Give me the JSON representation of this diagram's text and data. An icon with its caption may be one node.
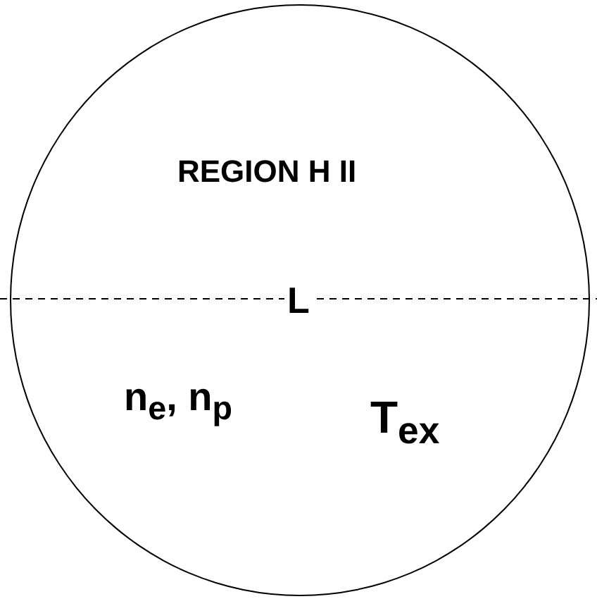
{
  "diagram": {
    "nodes": [
      {
        "text": [
          "REGION H II"
        ]
      }
    ],
    "edges": [],
    "labels": [
      "L",
      "n$_{e}$, n$_{p}$",
      "T$_{ex}$"
    ]
  }
}
